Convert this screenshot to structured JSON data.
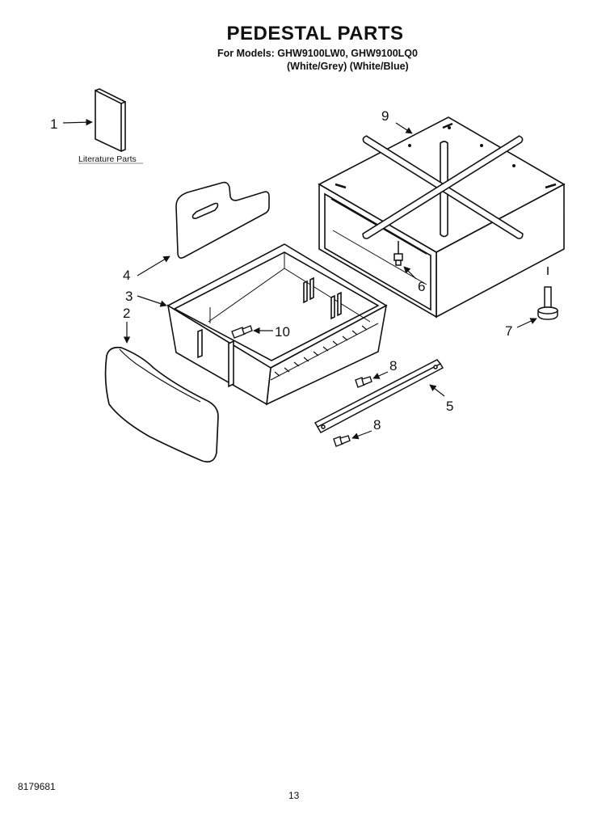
{
  "header": {
    "title": "PEDESTAL PARTS",
    "models_line": "For Models: GHW9100LW0, GHW9100LQ0",
    "colors_line": "(White/Grey)   (White/Blue)"
  },
  "parts": {
    "literature_label": "Literature Parts",
    "callouts": [
      "1",
      "2",
      "3",
      "4",
      "5",
      "6",
      "7",
      "8",
      "8",
      "9",
      "10"
    ]
  },
  "footer": {
    "doc_number": "8179681",
    "page_number": "13"
  }
}
